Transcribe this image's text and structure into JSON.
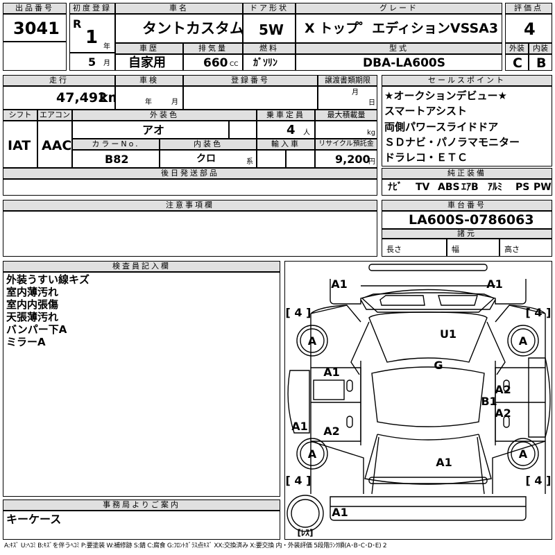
{
  "header": {
    "lot_label": "出品番号",
    "lot_number": "3041",
    "reg_label": "初度登録",
    "era": "R",
    "reg_year": "1",
    "year_unit": "年",
    "reg_month": "5",
    "month_unit": "月",
    "name_label": "車名",
    "car_name": "タントカスタム",
    "history_label": "車歴",
    "history": "自家用",
    "displacement_label": "排気量",
    "displacement": "660",
    "displacement_unit": "CC",
    "door_label": "ドア形状",
    "door": "5W",
    "fuel_label": "燃料",
    "fuel": "ｶﾞｿﾘﾝ",
    "grade_label": "グレード",
    "grade": "X トップ゜エディションVSSA3",
    "model_label": "型式",
    "model": "DBA-LA600S",
    "score_label": "評価点",
    "score": "4",
    "exterior_label": "外装",
    "exterior": "C",
    "interior_label": "内装",
    "interior": "B"
  },
  "row2": {
    "mileage_label": "走行",
    "mileage": "47,492",
    "mileage_unit": "km",
    "inspection_label": "車検",
    "year_unit": "年",
    "month_unit": "月",
    "regno_label": "登録番号",
    "transfer_label": "譲渡書類期限",
    "month_unit2": "月",
    "day_unit": "日"
  },
  "row3": {
    "shift_label": "シフト",
    "shift": "IAT",
    "ac_label": "エアコン",
    "ac": "AAC",
    "color_label": "外装色",
    "color": "アオ",
    "capacity_label": "乗車定員",
    "capacity": "4",
    "capacity_unit": "人",
    "load_label": "最大積載量",
    "load_unit": "kg",
    "colorno_label": "カラーNo.",
    "colorno": "B82",
    "intcolor_label": "内装色",
    "intcolor": "クロ",
    "intcolor_unit": "系",
    "import_label": "輸入車",
    "recycle_label": "リサイクル預託金",
    "recycle": "9,200",
    "recycle_unit": "円"
  },
  "sales_points": {
    "label": "セールスポイント",
    "items": [
      "★オークションデビュー★",
      "スマートアシスト",
      "両側パワースライドドア",
      "ＳＤナビ・パノラマモニター",
      "ドラレコ・ＥＴＣ"
    ]
  },
  "equipment": {
    "label": "純正装備",
    "items": [
      "ﾅﾋﾞ",
      "TV",
      "ABS",
      "ｴｱB",
      "ｱﾙﾐ",
      "PS",
      "PW"
    ]
  },
  "later_parts": {
    "label": "後日発送部品"
  },
  "notes": {
    "label": "注意事項欄"
  },
  "chassis": {
    "label": "車台番号",
    "number": "LA600S-0786063",
    "spec_label": "諸元",
    "length_label": "長さ",
    "width_label": "幅",
    "height_label": "高さ"
  },
  "inspector": {
    "label": "検査員記入欄",
    "lines": [
      "外装うすい線キズ",
      "室内薄汚れ",
      "室内内張傷",
      "天張薄汚れ",
      "バンパー下A",
      "ミラーA"
    ]
  },
  "office": {
    "label": "事務局よりご案内",
    "text": "キーケース"
  },
  "diagram": {
    "marks": [
      "A1",
      "A1",
      "[ 4 ]",
      "[ 4 ]",
      "A",
      "A",
      "U1",
      "G",
      "A1",
      "A2",
      "B1",
      "A2",
      "A1",
      "A2",
      "A",
      "A",
      "A1",
      "[ 4 ]",
      "[ 4 ]",
      "A1",
      "[ﾚｽ]"
    ]
  },
  "legend": "A:ｷｽﾞ U:ﾍｺﾐ B:ｷｽﾞを伴うﾍｺﾐ P:要塗装 W:補修跡 S:錆 C:腐食 G:ﾌﾛﾝﾄｶﾞﾗｽ点ｷｽﾞ XX:交換済み X:要交換 内・外装評価 5段階ﾗﾝｸ順(A･B･C･D･E) 2"
}
